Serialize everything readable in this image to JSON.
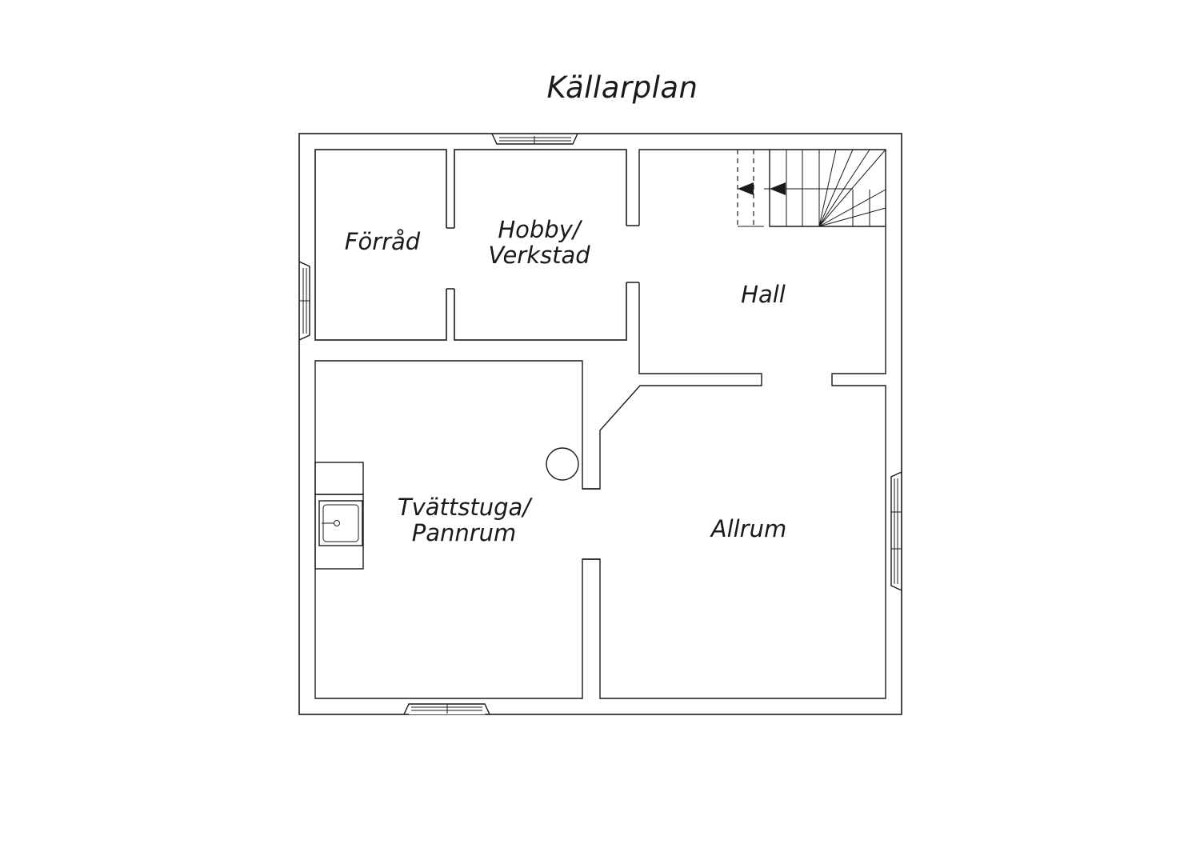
{
  "title": "Källarplan",
  "rooms": {
    "forrad": {
      "lines": [
        "Förråd"
      ]
    },
    "hobby": {
      "lines": [
        "Hobby/",
        "Verkstad"
      ]
    },
    "hall": {
      "lines": [
        "Hall"
      ]
    },
    "tvattstuga": {
      "lines": [
        "Tvättstuga/",
        "Pannrum"
      ]
    },
    "allrum": {
      "lines": [
        "Allrum"
      ]
    }
  },
  "colors": {
    "ink": "#1a1a1a",
    "background": "#ffffff"
  }
}
